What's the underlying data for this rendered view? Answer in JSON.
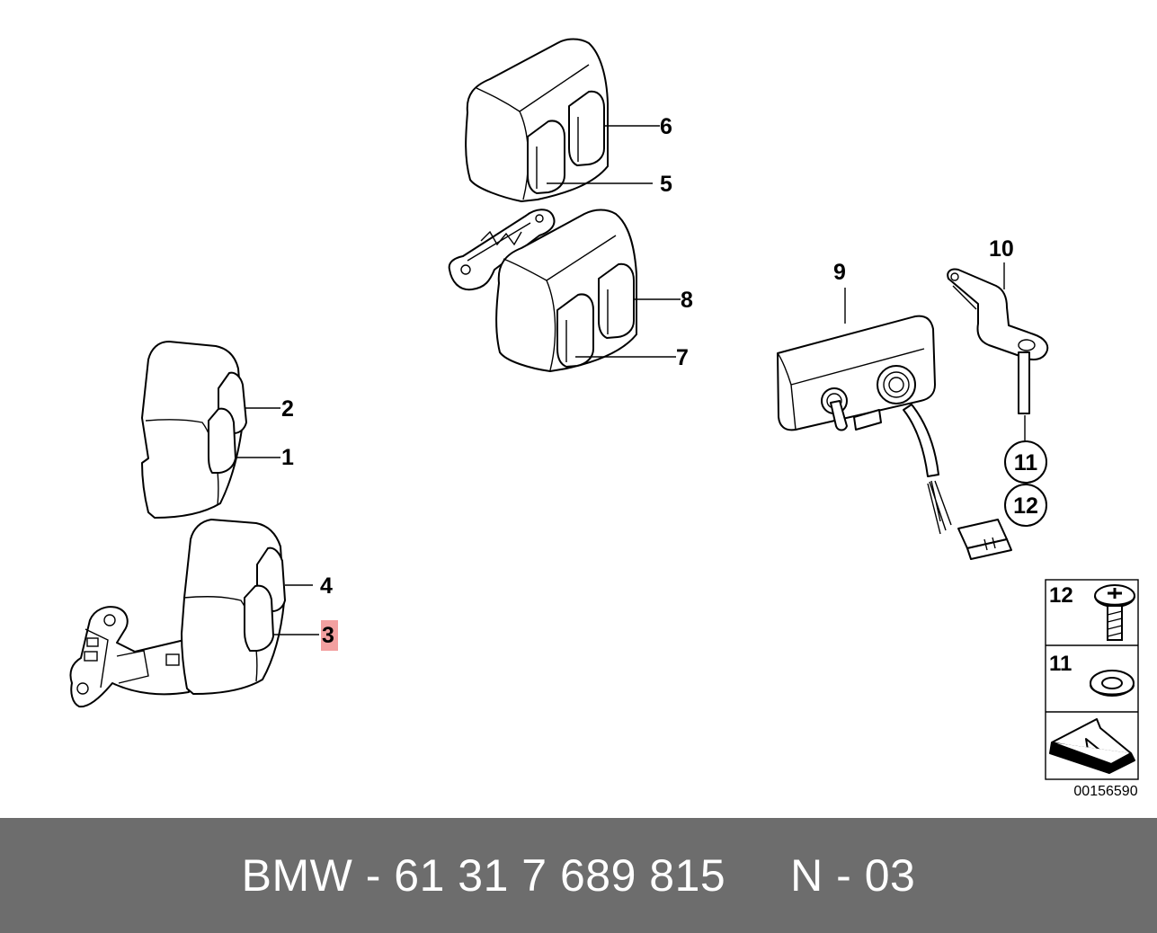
{
  "callouts": {
    "c1": "1",
    "c2": "2",
    "c3": "3",
    "c4": "4",
    "c5": "5",
    "c6": "6",
    "c7": "7",
    "c8": "8",
    "c9": "9",
    "c10": "10",
    "c11": "11",
    "c12": "12"
  },
  "highlight_color": "#f2a0a0",
  "legend": {
    "item_12": "12",
    "item_11": "11"
  },
  "ref_id": "00156590",
  "footer": {
    "text": "BMW - 61 31 7 689 815     N - 03"
  }
}
